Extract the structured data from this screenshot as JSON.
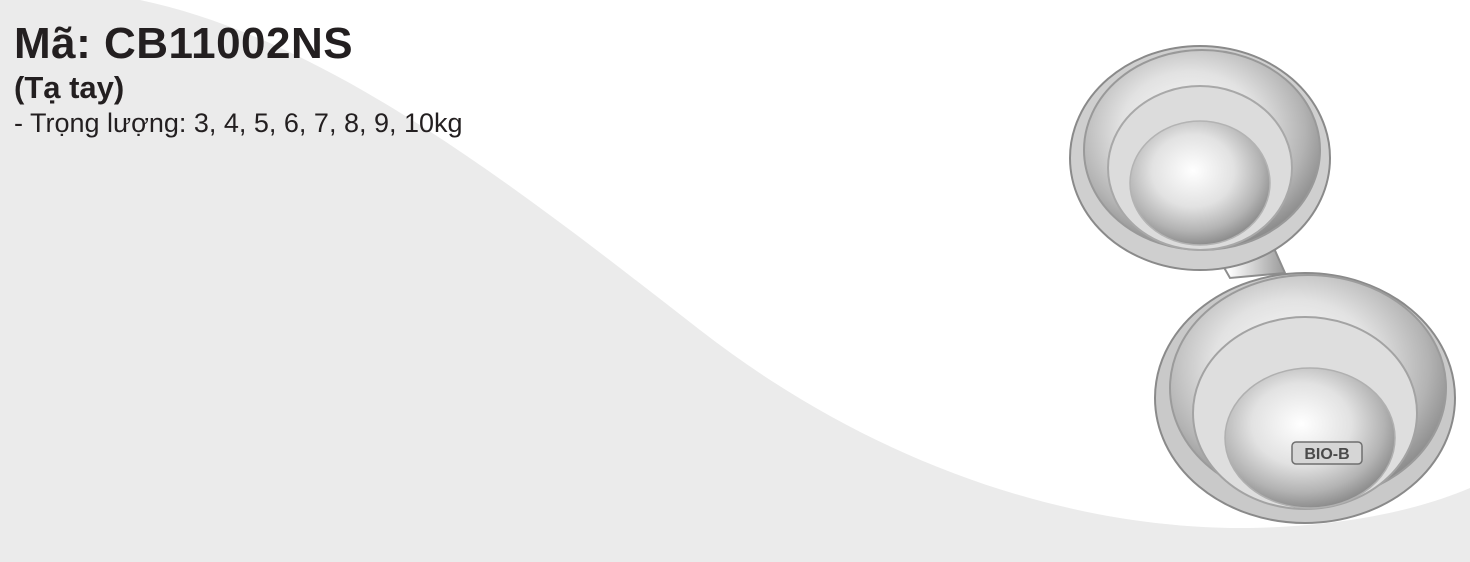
{
  "product": {
    "code_title": "Mã: CB11002NS",
    "name": "(Tạ tay)",
    "weights_spec": "- Trọng lượng: 3, 4, 5, 6, 7, 8, 9, 10kg",
    "image_icon": "chrome-dumbbell-icon",
    "logo_text": "BIO-B"
  },
  "colors": {
    "background_wave": "#ebebeb",
    "text": "#231f20",
    "chrome_light": "#f4f4f4",
    "chrome_dark": "#8e8e8e"
  }
}
